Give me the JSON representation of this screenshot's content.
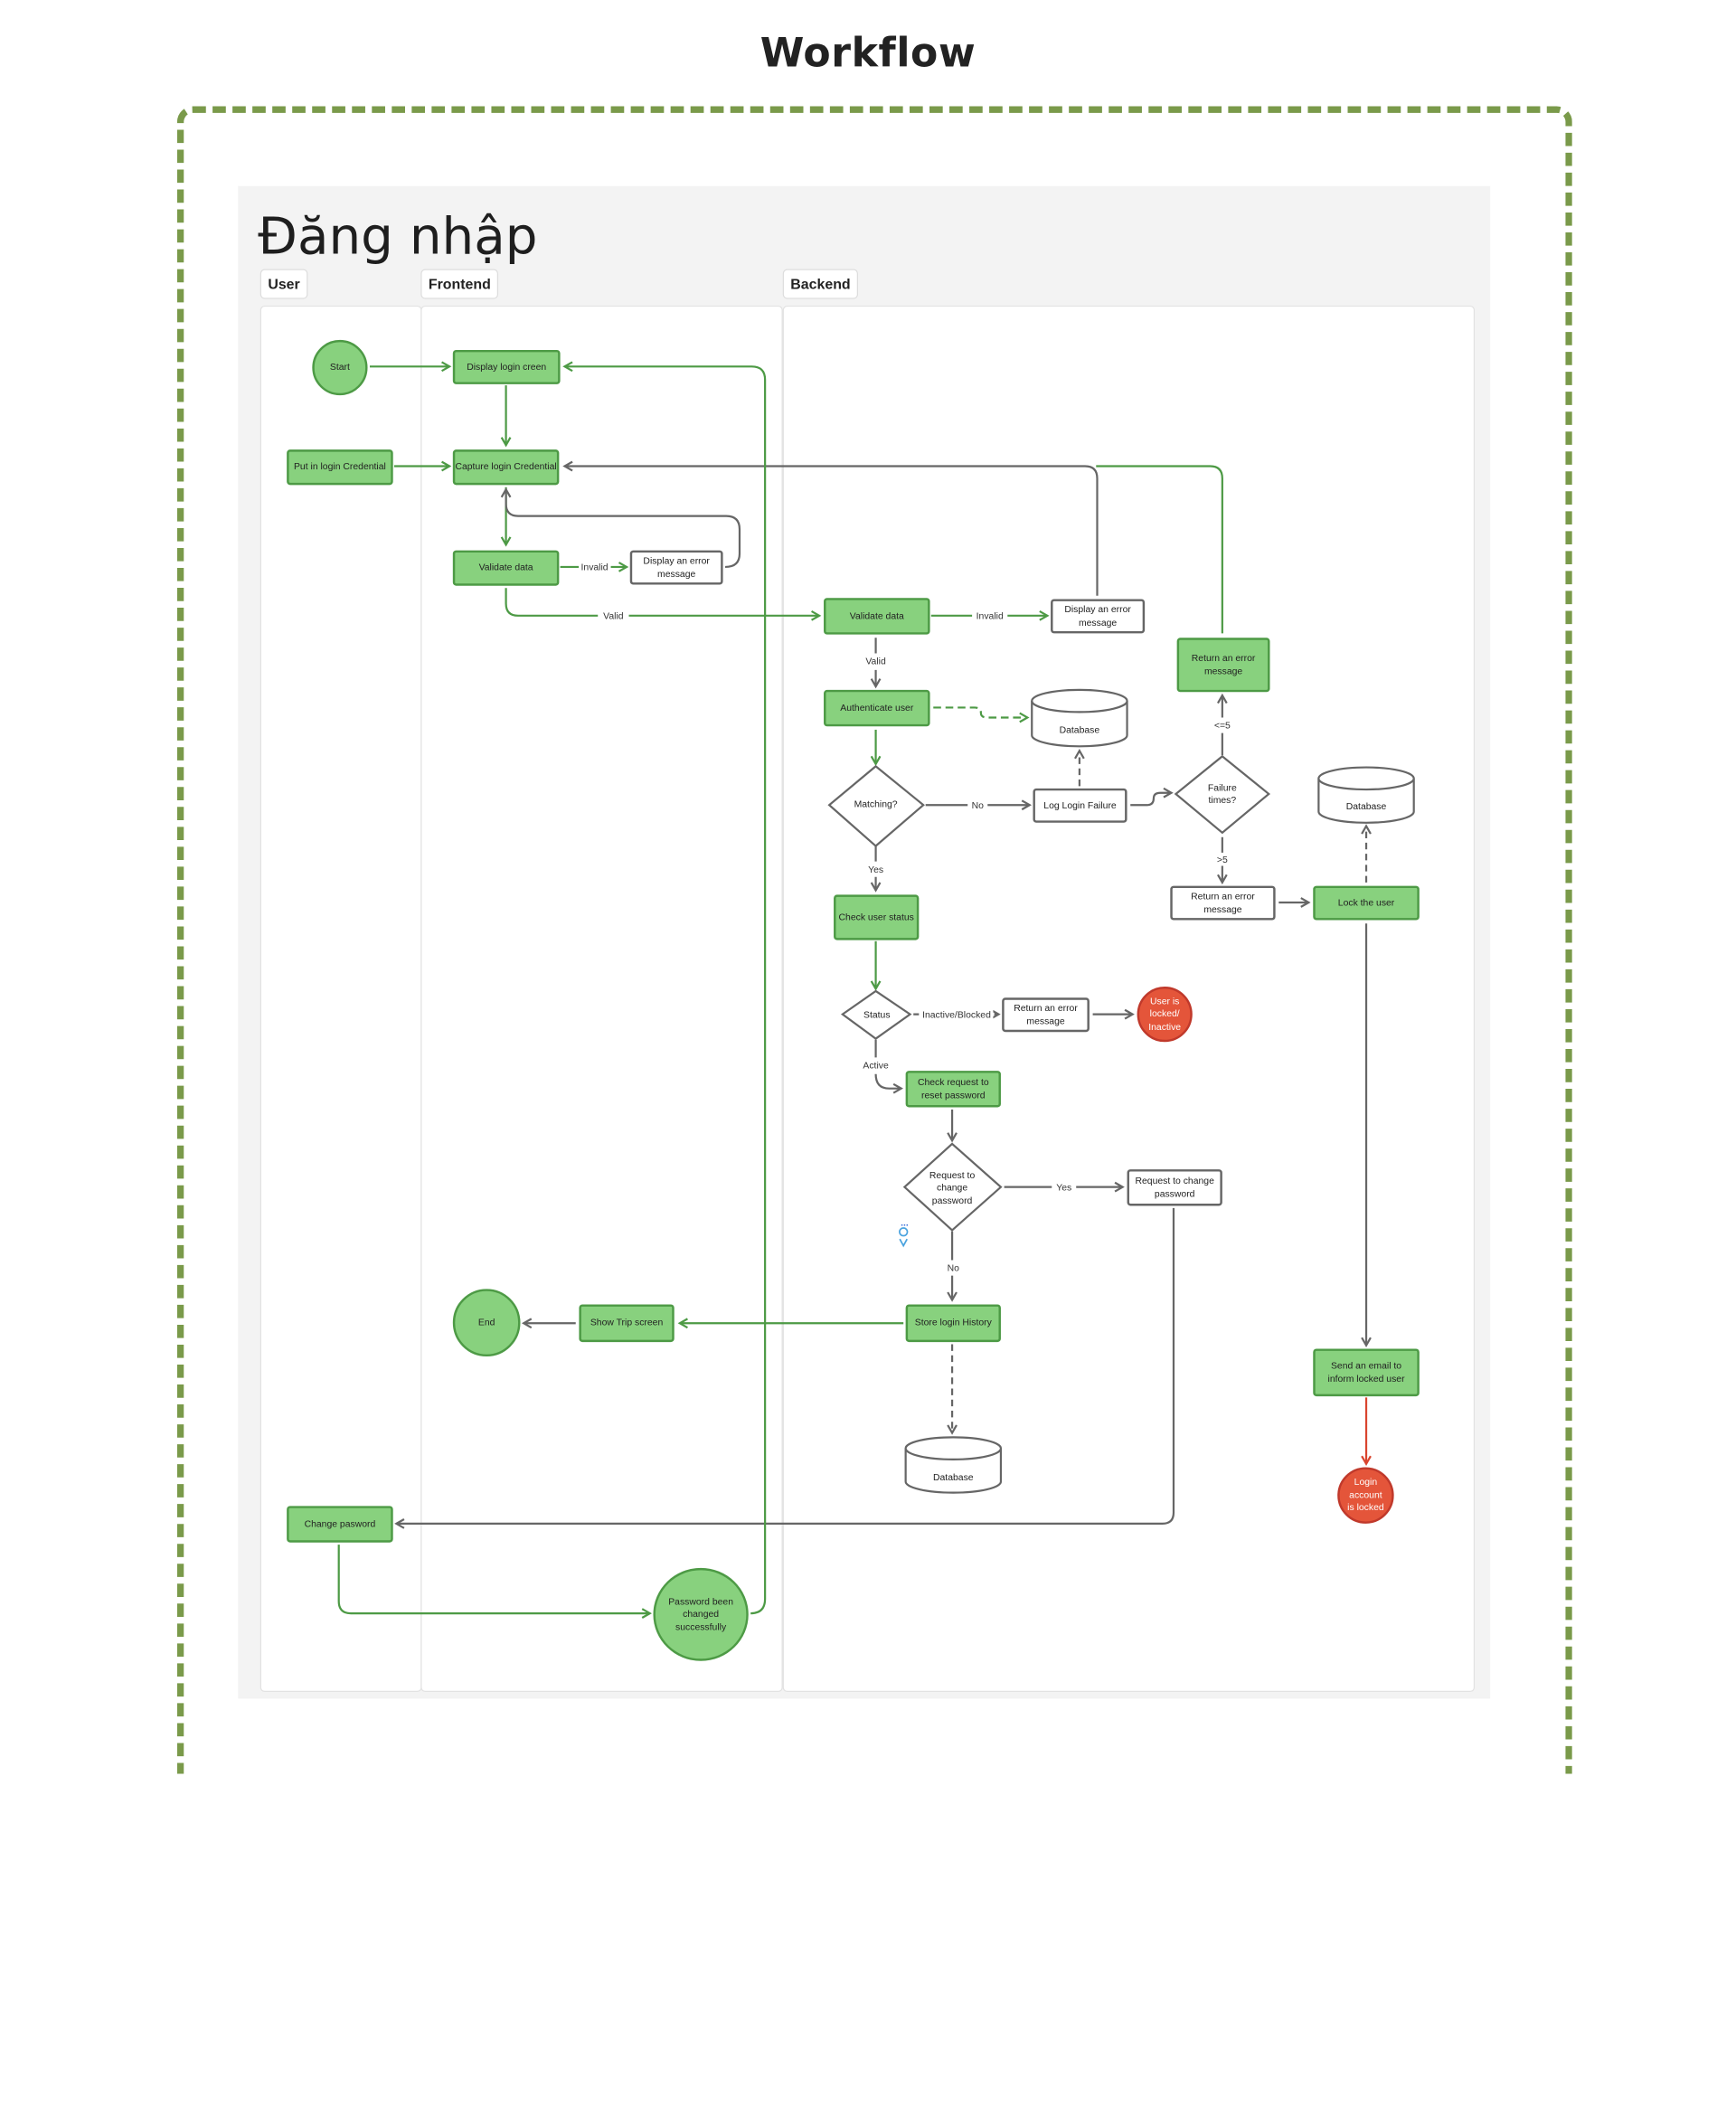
{
  "title": "Workflow",
  "board_title": "Đăng nhập",
  "lanes": {
    "user": "User",
    "frontend": "Frontend",
    "backend": "Backend"
  },
  "nodes": {
    "start": "Start",
    "display_login": "Display login creen",
    "put_credential": "Put in login Credential",
    "capture_credential": "Capture login Credential",
    "fe_validate": "Validate data",
    "fe_error": "Display an error message",
    "be_validate": "Validate data",
    "be_error": "Display an error message",
    "authenticate": "Authenticate user",
    "db1": "Database",
    "matching": "Matching?",
    "log_failure": "Log Login Failure",
    "failure_times": "Failure times?",
    "return_error_top": "Return an error message",
    "return_error_gt5": "Return an error message",
    "lock_user": "Lock the user",
    "db2": "Database",
    "check_status": "Check user status",
    "status": "Status",
    "return_error_status": "Return an error message",
    "user_locked": "User is locked/ Inactive",
    "check_reset": "Check request to reset password",
    "request_change": "Request to change password",
    "request_change_box": "Request to change password",
    "store_history": "Store login History",
    "db3": "Database",
    "show_trip": "Show Trip screen",
    "end": "End",
    "send_email": "Send an email to inform locked user",
    "login_locked": "Login account is locked",
    "change_password": "Change pasword",
    "password_changed": "Password been changed successfully"
  },
  "edge_labels": {
    "invalid_fe": "Invalid",
    "valid_fe": "Valid",
    "invalid_be": "Invalid",
    "valid_be": "Valid",
    "no_match": "No",
    "yes_match": "Yes",
    "le5": "<=5",
    "gt5": ">5",
    "inactive_blocked": "Inactive/Blocked",
    "active": "Active",
    "yes_change": "Yes",
    "no_change": "No"
  },
  "marker": "...",
  "colors": {
    "green_fill": "#88d17e",
    "green_stroke": "#4d9a45",
    "gray_stroke": "#666666",
    "red": "#e4553a",
    "frame": "#7a9a4a"
  }
}
